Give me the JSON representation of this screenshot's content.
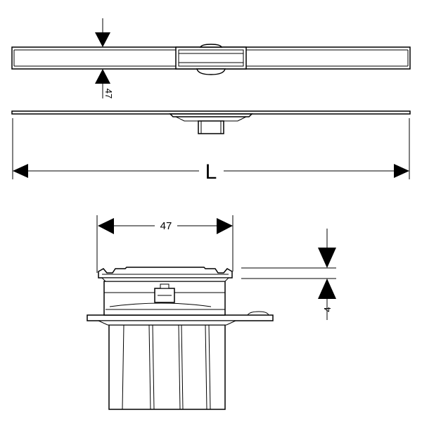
{
  "top_view": {
    "height_label": "47",
    "length_label": "L"
  },
  "section_view": {
    "width_label": "47",
    "thickness_label": "4"
  },
  "colors": {
    "line": "#000000",
    "background": "#ffffff"
  }
}
